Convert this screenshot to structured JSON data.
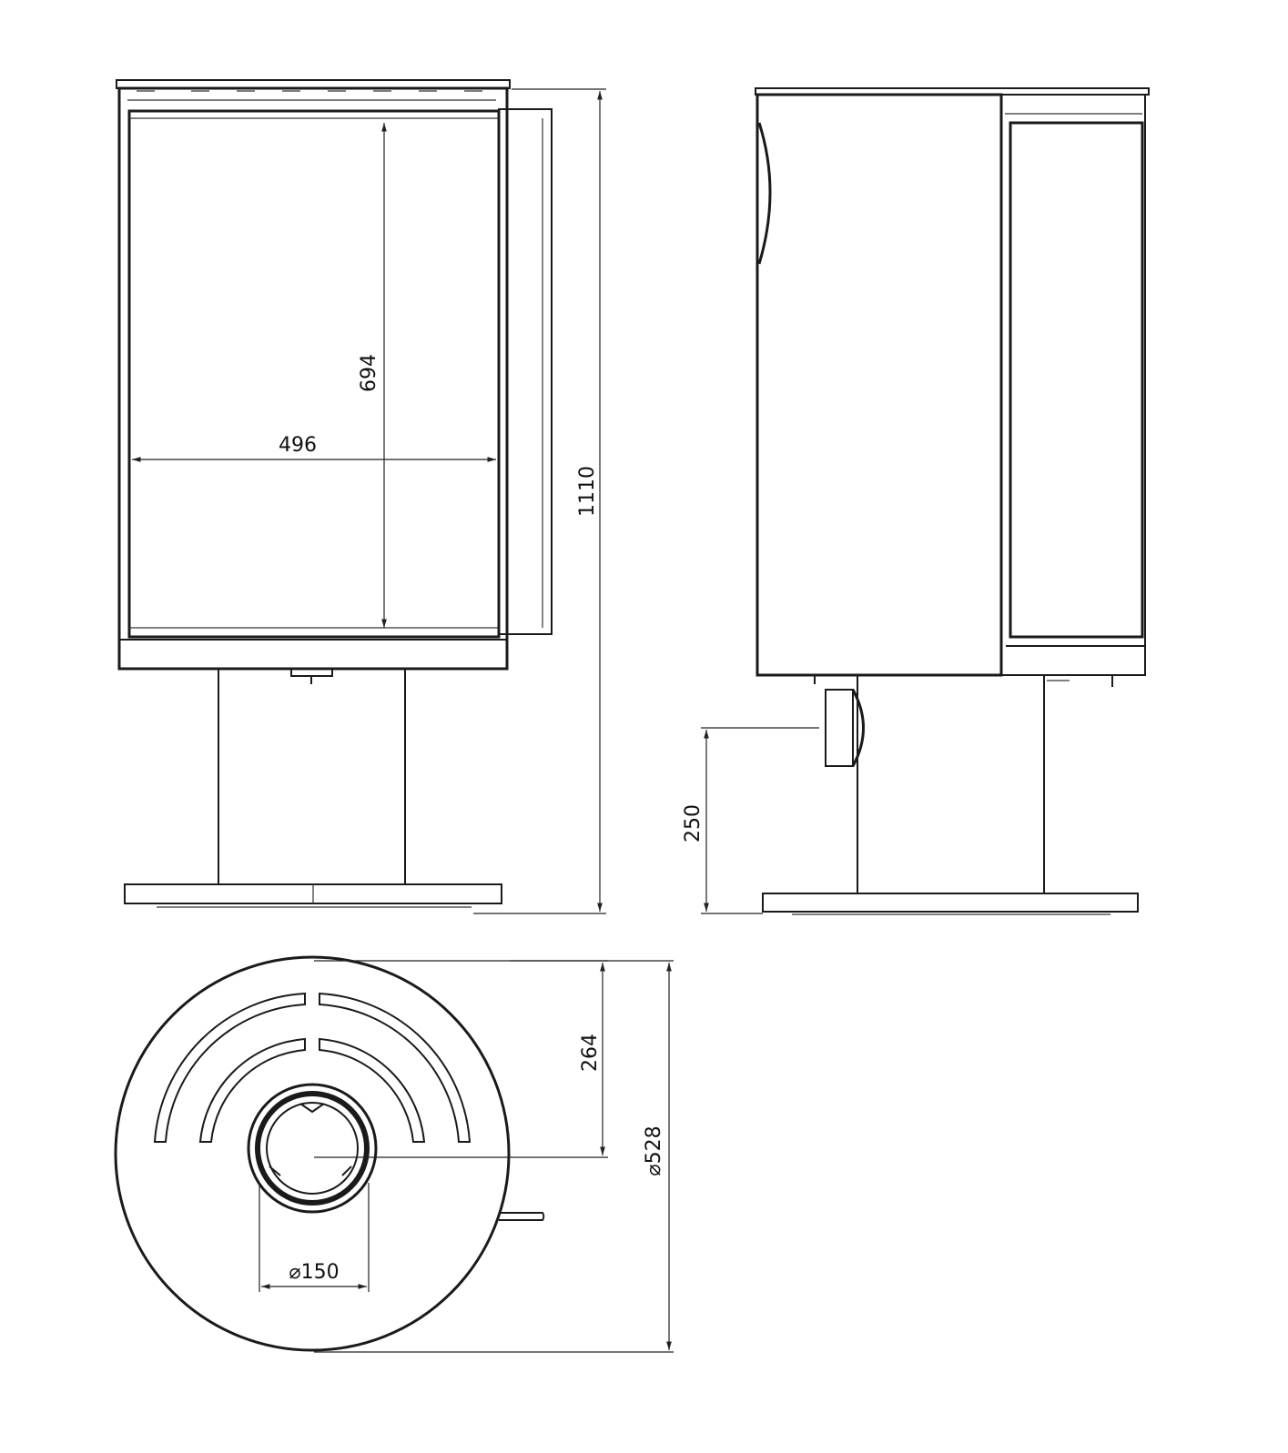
{
  "dimensions": {
    "glass_height": "694",
    "glass_width": "496",
    "total_height": "1110",
    "handle_height": "250",
    "center_offset": "264",
    "base_diameter": "⌀528",
    "flue_diameter": "⌀150"
  },
  "colors": {
    "line": "#1a1a1a",
    "background": "#ffffff"
  }
}
